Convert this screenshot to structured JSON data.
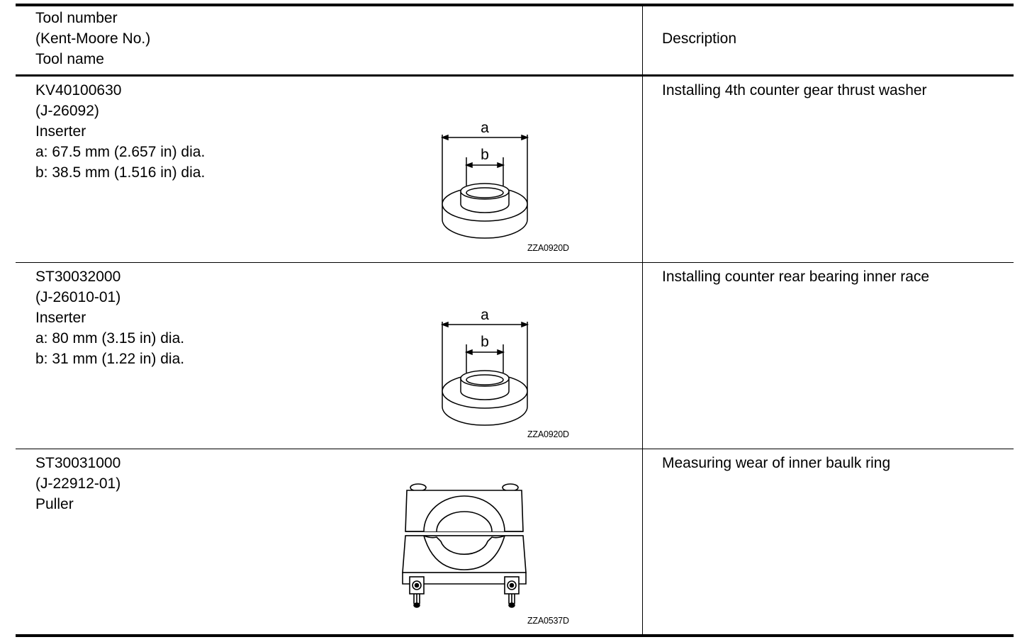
{
  "header": {
    "tool_col": [
      "Tool number",
      "(Kent-Moore No.)",
      "Tool name"
    ],
    "desc_col": "Description"
  },
  "rows": [
    {
      "tool_number": "KV40100630",
      "kent_moore": "(J-26092)",
      "tool_name": "Inserter",
      "specs": [
        "a: 67.5 mm (2.657 in) dia.",
        "b: 38.5 mm (1.516 in) dia."
      ],
      "description": "Installing 4th counter gear thrust washer",
      "figure_code": "ZZA0920D",
      "label_a": "a",
      "label_b": "b"
    },
    {
      "tool_number": "ST30032000",
      "kent_moore": "(J-26010-01)",
      "tool_name": "Inserter",
      "specs": [
        "a: 80 mm (3.15 in) dia.",
        "b: 31 mm (1.22 in) dia."
      ],
      "description": "Installing counter rear bearing inner race",
      "figure_code": "ZZA0920D",
      "label_a": "a",
      "label_b": "b"
    },
    {
      "tool_number": "ST30031000",
      "kent_moore": "(J-22912-01)",
      "tool_name": "Puller",
      "specs": [],
      "description": "Measuring wear of inner baulk ring",
      "figure_code": "ZZA0537D"
    }
  ]
}
